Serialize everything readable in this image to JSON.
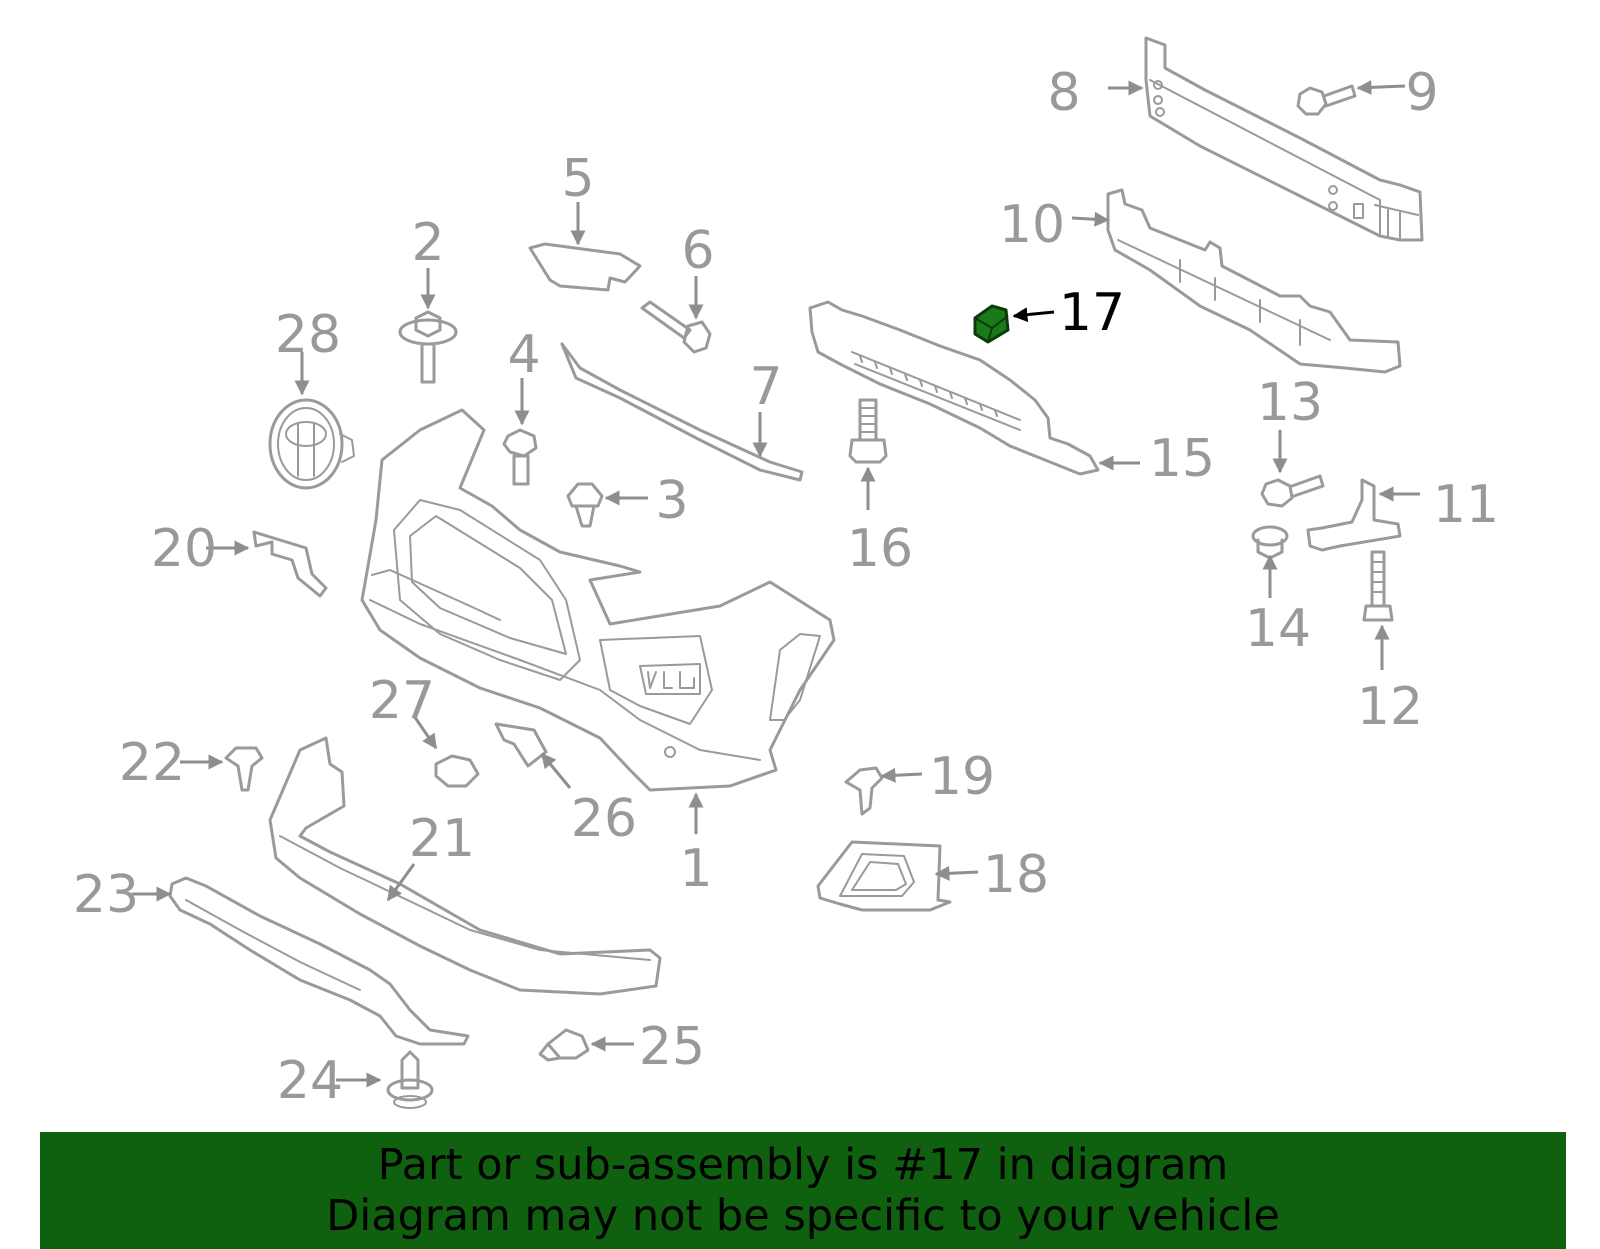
{
  "highlight": {
    "part": "17",
    "color": "#1a7a1a"
  },
  "banner": {
    "background": "#0f600f",
    "line1": "Part or sub-assembly is #17 in diagram",
    "line2": "Diagram may not be specific to your vehicle"
  },
  "callouts": [
    "1",
    "2",
    "3",
    "4",
    "5",
    "6",
    "7",
    "8",
    "9",
    "10",
    "11",
    "12",
    "13",
    "14",
    "15",
    "16",
    "17",
    "18",
    "19",
    "20",
    "21",
    "22",
    "23",
    "24",
    "25",
    "26",
    "27",
    "28"
  ]
}
